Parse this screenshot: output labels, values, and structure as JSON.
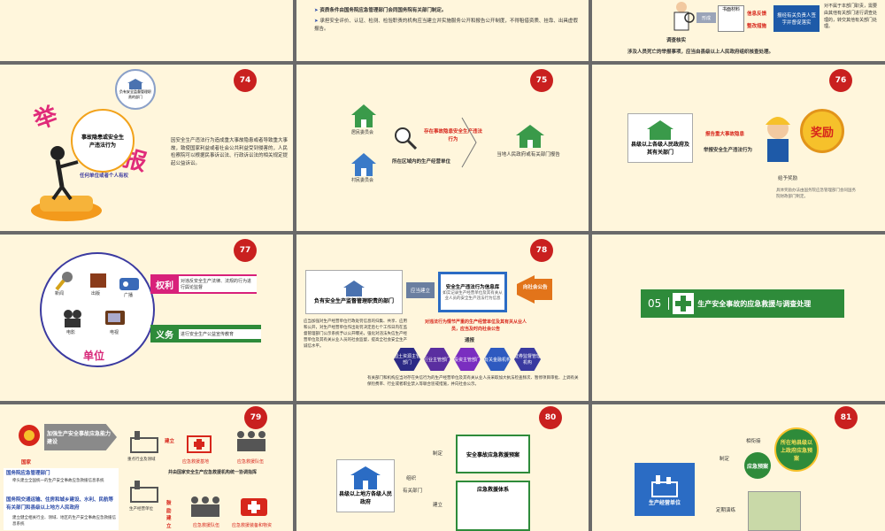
{
  "slide73": {
    "bullet1": "资质条件由国务院应急管理部门会同国务院有关部门制定。",
    "bullet2": "承担安全评价、认证、检测、检验职责的机构应当建立并实施服务公开和报告公开制度，不得租借资质、挂靠、出具虚假报告。"
  },
  "slide_top_right": {
    "form": "形成",
    "doc": "书面材料",
    "tag1": "信息反馈",
    "tag2": "整改措施",
    "report": "报经有关负责人签字并督促落实",
    "right_text": "对不属于本部门职责，需要由其他有关部门进行调查处理的，转交其他有关部门处理。",
    "verify": "调查核实",
    "footer": "涉及人员死亡的举报事项，应当由县级以上人民政府组织核查处理。"
  },
  "slide74": {
    "number": "74",
    "badge": "负有安全监督管理职责的部门",
    "char1": "举",
    "char2": "报",
    "circle": "事故隐患或安全生产违法行为",
    "sub": "任何单位或者个人有权",
    "body": "因安全生产违法行为造成重大事故隐患或者导致重大事故，致使国家利益或者社会公共利益受到侵害的，人民检察院可以根据民事诉讼法、行政诉讼法的相关规定提起公益诉讼。"
  },
  "slide75": {
    "number": "75",
    "l1": "居民委员会",
    "l2": "村民委员会",
    "mid": "存在事故隐患安全生产违法行为",
    "area": "所在区域内的生产经营单位",
    "right": "当地人民政府或有关部门报告"
  },
  "slide76": {
    "number": "76",
    "gov": "县级以上各级人民政府及其有关部门",
    "l1": "报告重大事故隐患",
    "l2": "举报安全生产违法行为",
    "award": "奖励",
    "cap": "给予奖励",
    "small": "具体奖励办法由国务院应急管理部门会同国务院财政部门制定。"
  },
  "slide77": {
    "number": "77",
    "right_label": "权利",
    "right_desc": "对违反安全生产法律、法规的行为进行舆论监督",
    "duty_label": "义务",
    "duty_desc": "进行安全生产公益宣传教育",
    "units": "单位",
    "media": [
      "新闻",
      "出版",
      "广播",
      "电影",
      "电视"
    ]
  },
  "slide78": {
    "number": "78",
    "dept": "负有安全生产监督管理职责的部门",
    "establish": "应当建立",
    "db_title": "安全生产违法行为信息库",
    "db_sub": "如实记录生产经营单位及其有关从业人员的安全生产违法行为信息",
    "announce": "向社会公告",
    "left_text": "应当加强对生产经营单位行政处罚信息的归集、共享、应用和公开，对生产经营单位作出处罚决定后七个工作日内在监督管理部门公示系统予以公开曝光，强化对违法失信生产经营单位及其有关从业人员的社会监督，提高全社会安全生产诚信水平。",
    "red_text": "对违法行为情节严重的生产经营单位及其有关从业人员，应当及时向社会公告",
    "notify": "通报",
    "hexes": [
      "国土资源主管部门",
      "行业主管部门",
      "投资主管部门",
      "有关金融机构",
      "证券监督管理机构"
    ],
    "footer": "有关部门和机构应当对存在失信行为的生产经营单位及其有关从业人员采取加大执法检查频次、暂停项目审批、上调有关保险费率、行业或者职业禁入等联合惩戒措施，并向社会公示。"
  },
  "slide_section": {
    "num": "05",
    "title": "生产安全事故的应急救援与调查处理"
  },
  "slide79": {
    "number": "79",
    "strengthen": "加强生产安全事故应急能力建设",
    "country": "国家",
    "blue1": "国务院应急管理部门",
    "txt1": "牵头建立全国统一的生产安全事故应急救援信息系统",
    "blue2": "国务院交通运输、住房和城乡建设、水利、民航等有关部门和县级以上地方人民政府",
    "txt2": "建立健全相关行业、领域、地区的生产安全事故应急救援信息系统",
    "build": "建立",
    "sites1": "重点行业及领域",
    "base": "应急救援基地",
    "team": "应急救援队伍",
    "joint": "并由国家安全生产应急救援机构统一协调指挥",
    "sites2": "生产经营单位",
    "encourage": "鼓励建立",
    "team2": "应急救援队伍",
    "equip": "应急救援装备和物资"
  },
  "slide80": {
    "number": "80",
    "gov": "县级以上地方各级人民政府",
    "org": "组织",
    "dept": "有关部门",
    "make": "制定",
    "build": "建立",
    "plan": "安全事故应急救援预案",
    "system": "应急救援体系"
  },
  "slide81": {
    "number": "81",
    "unit": "生产经营单位",
    "make": "制定",
    "link": "相衔接",
    "plan": "应急预案",
    "gov": "所在地县级以上政府应急预案",
    "drill": "定期演练"
  }
}
